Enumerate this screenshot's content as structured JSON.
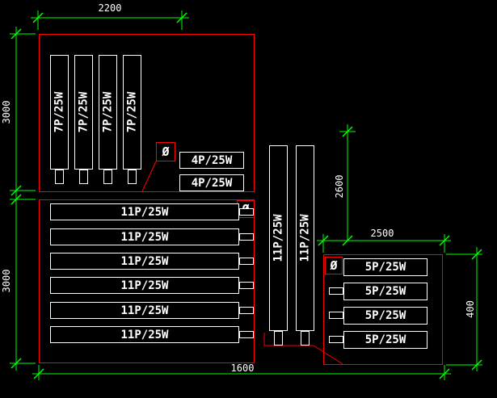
{
  "colors": {
    "background": "#000000",
    "outline_red": "#fd0000",
    "dimension_green": "#00ff00",
    "text_white": "#ffffff"
  },
  "dimensions": {
    "top_width": "2200",
    "left_upper_height": "3000",
    "left_lower_height": "3000",
    "middle_height": "2600",
    "right_upper_width": "2500",
    "bottom_width": "1600",
    "right_height": "400"
  },
  "panels": {
    "vertical_7p": [
      "7P/25W",
      "7P/25W",
      "7P/25W",
      "7P/25W"
    ],
    "feeder_4p": [
      "4P/25W",
      "4P/25W"
    ],
    "horizontal_11p": [
      "11P/25W",
      "11P/25W",
      "11P/25W",
      "11P/25W",
      "11P/25W",
      "11P/25W"
    ],
    "vertical_11p": [
      "11P/25W",
      "11P/25W"
    ],
    "feeder_5p": [
      "5P/25W",
      "5P/25W",
      "5P/25W",
      "5P/25W"
    ],
    "phase_symbol": "Ø"
  }
}
